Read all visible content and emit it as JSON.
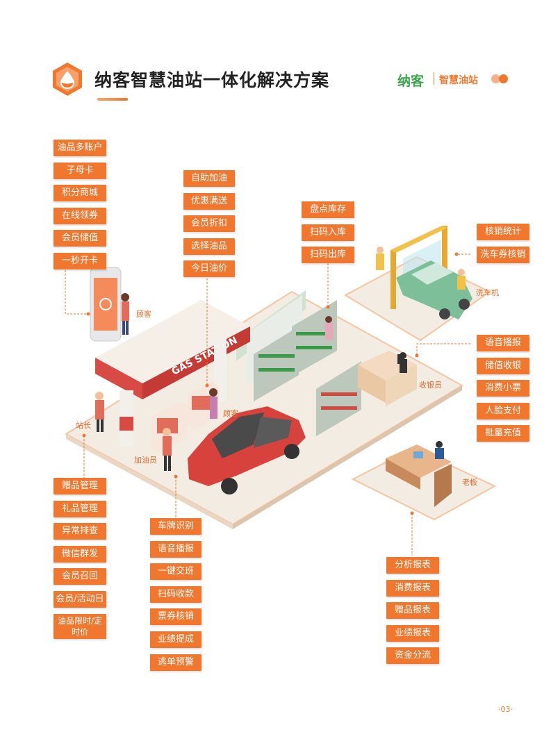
{
  "header": {
    "title": "纳客智慧油站一体化解决方案",
    "brand_name": "纳客",
    "brand_sub": "智慧油站"
  },
  "groups": {
    "customer_app": [
      "油品多账户",
      "子母卡",
      "积分商城",
      "在线领券",
      "会员储值",
      "一秒开卡"
    ],
    "pump": [
      "自助加油",
      "优惠满送",
      "会员折扣",
      "选择油品",
      "今日油价"
    ],
    "inventory": [
      "盘点库存",
      "扫码入库",
      "扫码出库"
    ],
    "carwash": [
      "核销统计",
      "洗车券核销"
    ],
    "cashier": [
      "语音播报",
      "储值收银",
      "消费小票",
      "人脸支付",
      "批量充值"
    ],
    "manager": [
      "赠品管理",
      "礼品管理",
      "异常排查",
      "微信群发",
      "会员召回",
      "会员/活动日",
      "油品限时/定时价"
    ],
    "attendant": [
      "车牌识别",
      "语音播报",
      "一键交班",
      "扫码收款",
      "票券核销",
      "业绩提成",
      "逃单预警"
    ],
    "boss": [
      "分析报表",
      "消费报表",
      "赠品报表",
      "业绩报表",
      "资金分流"
    ]
  },
  "labels": {
    "customer1": "顾客",
    "customer2": "顾客",
    "manager": "站长",
    "attendant": "加油员",
    "cashier": "收银员",
    "boss": "老板",
    "carwash": "洗车机",
    "station_sign": "GAS STATION"
  },
  "footer": {
    "page": "·03·"
  },
  "colors": {
    "accent": "#f0772d",
    "brand_green": "#3aa54a",
    "canopy_red": "#d84a44"
  }
}
